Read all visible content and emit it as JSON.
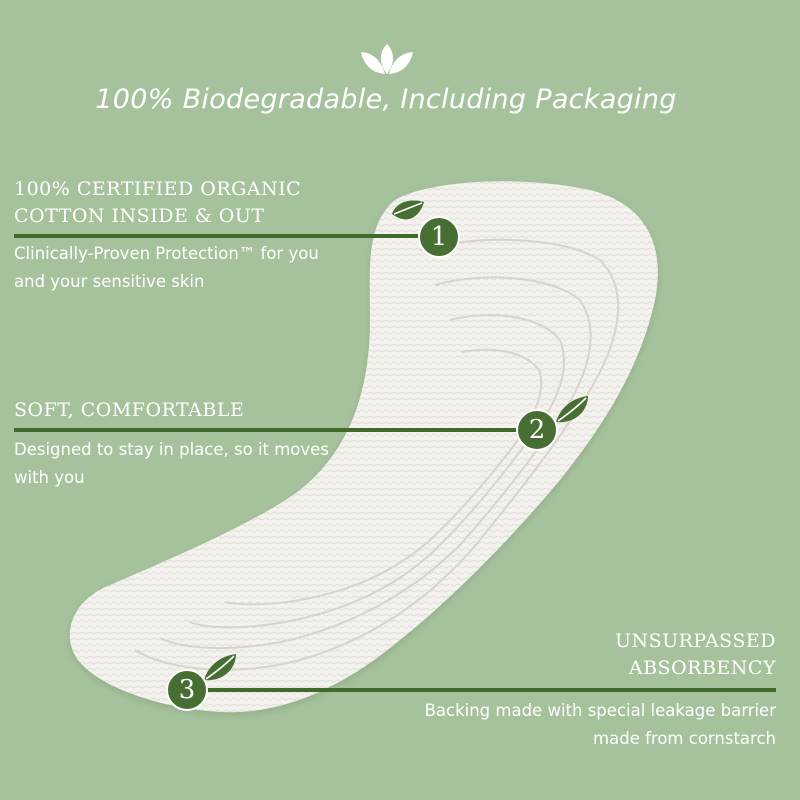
{
  "headline": "100% Biodegradable, Including Packaging",
  "header_icon": "leaves-icon",
  "features": [
    {
      "number": "1",
      "title": "100% CERTIFIED ORGANIC COTTON INSIDE & OUT",
      "description": "Clinically-Proven Protection™ for you and your sensitive skin",
      "icon": "leaf-icon"
    },
    {
      "number": "2",
      "title": "SOFT, COMFORTABLE",
      "description": "Designed to stay in place, so it moves with you",
      "icon": "leaf-icon"
    },
    {
      "number": "3",
      "title": "UNSURPASSED ABSORBENCY",
      "description": "Backing made with special leakage barrier made from cornstarch",
      "icon": "leaf-icon"
    }
  ],
  "colors": {
    "background": "#a6c29d",
    "accent_green": "#476f33",
    "text": "#ffffff",
    "pad": "#f4f2ee"
  }
}
